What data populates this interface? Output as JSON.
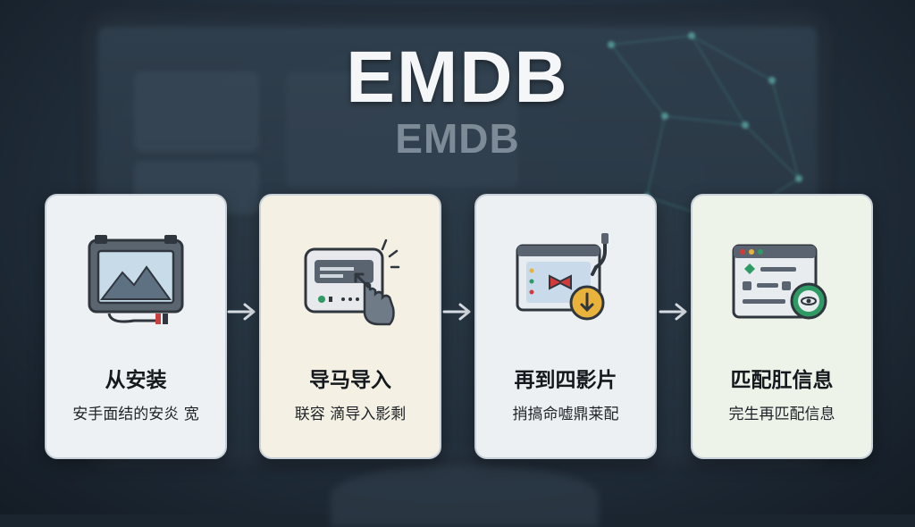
{
  "header": {
    "title": "EMDB",
    "subtitle": "EMDB"
  },
  "steps": [
    {
      "title": "从安装",
      "desc": "安手面结的安炎 宽",
      "icon": "monitor-image-icon"
    },
    {
      "title": "导马导入",
      "desc": "联容 滴导入影剩",
      "icon": "click-import-icon"
    },
    {
      "title": "再到四影片",
      "desc": "捎搞命嘘鼎莱配",
      "icon": "browser-media-icon"
    },
    {
      "title": "匹配肛信息",
      "desc": "完生再匹配信息",
      "icon": "browser-match-icon"
    }
  ],
  "colors": {
    "background": "#1b2530",
    "title": "#f4f6f8",
    "subtitle": "#8b98a4",
    "card1": "#eef1f4",
    "card2": "#f4f1e4",
    "card3": "#edf0f3",
    "card4": "#eef3ea",
    "accent_green": "#2e9a64",
    "accent_yellow": "#e9b23a",
    "accent_red": "#d23a3a"
  }
}
